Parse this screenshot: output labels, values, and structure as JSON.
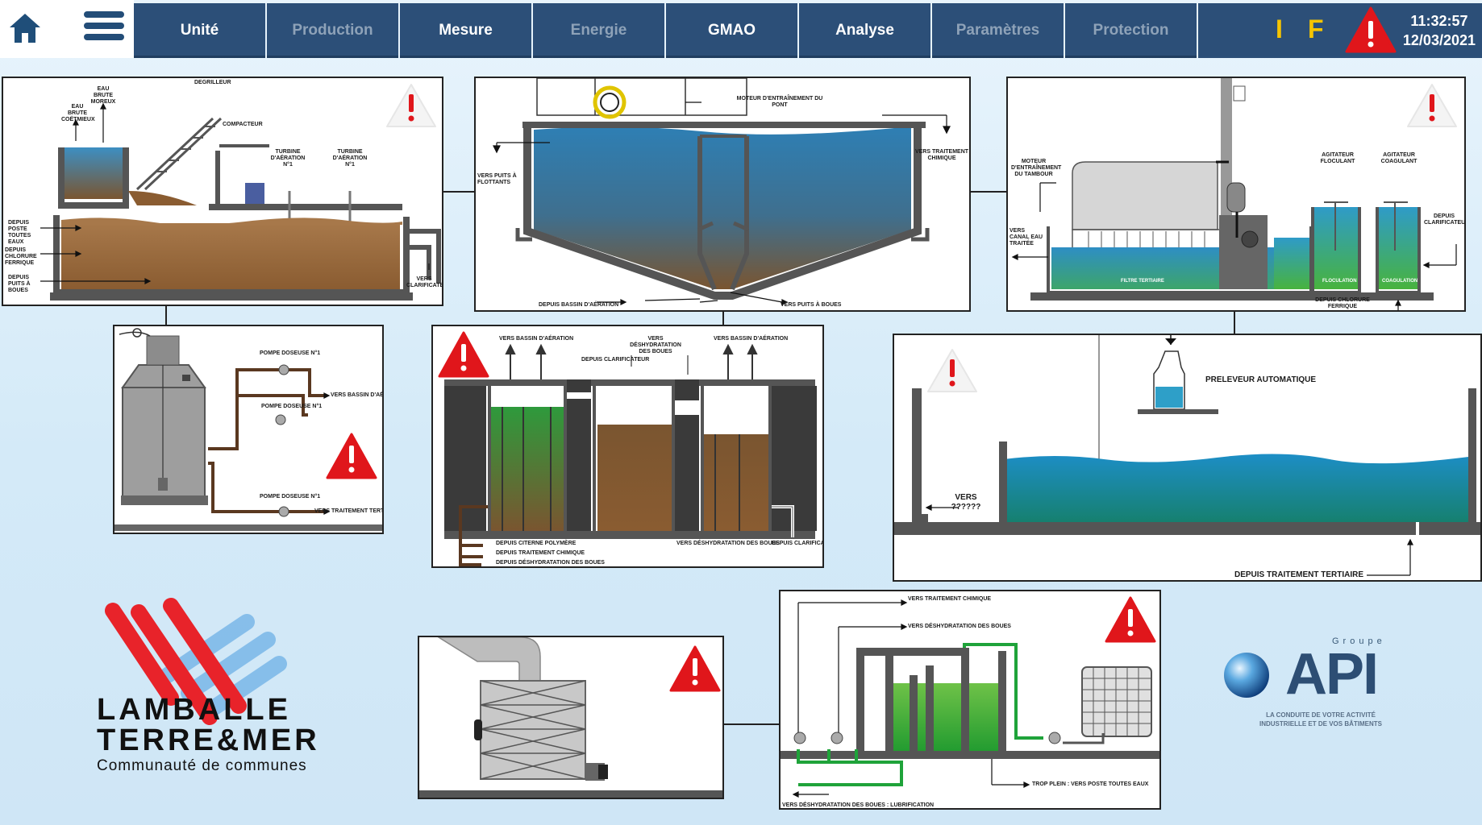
{
  "nav": {
    "home_icon": "home-icon",
    "menu_icon": "hamburger-menu-icon",
    "tabs": [
      {
        "label": "Unité",
        "enabled": true
      },
      {
        "label": "Production",
        "enabled": false
      },
      {
        "label": "Mesure",
        "enabled": true
      },
      {
        "label": "Energie",
        "enabled": false
      },
      {
        "label": "GMAO",
        "enabled": true
      },
      {
        "label": "Analyse",
        "enabled": true
      },
      {
        "label": "Paramètres",
        "enabled": false
      },
      {
        "label": "Protection",
        "enabled": false
      }
    ]
  },
  "status": {
    "indicator_i": "I",
    "indicator_f": "F",
    "time": "11:32:57",
    "date": "12/03/2021",
    "indicator_color": "#f5c400",
    "alarm_color": "#e0161b"
  },
  "panels": {
    "pretreatment": {
      "labels": {
        "degrilleur": "DEGRILLEUR",
        "eau_brute_moreux": "EAU BRUTE MOREUX",
        "eau_brute_coetmieux": "EAU BRUTE COËTMIEUX",
        "compacteur": "COMPACTEUR",
        "turbine2": "TURBINE D'AÉRATION N°1",
        "turbine1": "TURBINE D'AÉRATION N°1",
        "depuis_poste": "DEPUIS POSTE TOUTES EAUX",
        "depuis_chlorure": "DEPUIS CHLORURE FERRIQUE",
        "depuis_puits": "DEPUIS PUITS À BOUES",
        "vers_clarif": "VERS CLARIFICATEUR"
      }
    },
    "clarifier": {
      "labels": {
        "moteur": "MOTEUR D'ENTRAÎNEMENT DU PONT",
        "vers_puits_flottants": "VERS PUITS À FLOTTANTS",
        "vers_traitement": "VERS TRAITEMENT CHIMIQUE",
        "depuis_bassin": "DEPUIS BASSIN D'AÉRATION",
        "vers_puits_boues": "VERS PUITS À BOUES"
      }
    },
    "tertiary": {
      "labels": {
        "moteur_tambour": "MOTEUR D'ENTRAÎNEMENT DU TAMBOUR",
        "agitateur_floc": "AGITATEUR FLOCULANT",
        "agitateur_coag": "AGITATEUR COAGULANT",
        "vers_canal": "VERS CANAL EAU TRAITÉE",
        "depuis_clarif": "DEPUIS CLARIFICATEUR",
        "filtre": "FILTRE TERTIAIRE",
        "floculation": "FLOCULATION",
        "coagulation": "COAGULATION",
        "depuis_chlorure": "DEPUIS CHLORURE FERRIQUE"
      }
    },
    "dosing": {
      "labels": {
        "pompe2": "POMPE DOSEUSE N°1",
        "pompe1": "POMPE DOSEUSE N°1",
        "pompe3": "POMPE DOSEUSE N°1",
        "vers_bassin": "VERS BASSIN D'AÉRATION",
        "vers_traitement": "VERS TRAITEMENT TERTIAIRE"
      }
    },
    "sludge": {
      "labels": {
        "vers_bassin1": "VERS BASSIN D'AÉRATION",
        "vers_deshydratation": "VERS DÉSHYDRATATION DES BOUES",
        "vers_bassin2": "VERS BASSIN D'AÉRATION",
        "depuis_clarif": "DEPUIS CLARIFICATEUR",
        "depuis_citerne": "DEPUIS CITERNE POLYMÈRE",
        "depuis_traitement": "DEPUIS TRAITEMENT CHIMIQUE",
        "depuis_deshydratation": "DEPUIS DÉSHYDRATATION DES BOUES",
        "vers_deshydratation_bottom": "VERS DÉSHYDRATATION DES BOUES",
        "depuis_clarif_bottom": "DEPUIS CLARIFICATEUR"
      }
    },
    "outlet": {
      "labels": {
        "preleveur": "PRELEVEUR AUTOMATIQUE",
        "vers": "VERS ??????",
        "depuis_tertiaire": "DEPUIS TRAITEMENT TERTIAIRE"
      }
    },
    "dehydration": {
      "labels": {
        "vers_chimique": "VERS TRAITEMENT CHIMIQUE",
        "vers_deshydratation": "VERS DÉSHYDRATATION DES BOUES",
        "trop_plein": "TROP PLEIN : VERS POSTE TOUTES EAUX",
        "vers_deshydratation_bottom": "VERS DÉSHYDRATATION DES BOUES : LUBRIFICATION"
      }
    }
  },
  "logos": {
    "lamballe_line1": "LAMBALLE",
    "lamballe_line2": "TERRE&MER",
    "lamballe_line3": "Communauté de communes",
    "api_group": "Groupe",
    "api_name": "API",
    "api_tagline": "LA CONDUITE DE VOTRE ACTIVITÉ INDUSTRIELLE ET DE VOS BÂTIMENTS"
  },
  "colors": {
    "nav_bg": "#2c4f78",
    "water": "#2e7fb4",
    "sludge": "#7a5530",
    "green_water": "#2faa3a",
    "pipe_grey": "#5a5a5a",
    "alarm_red": "#e0161b"
  }
}
